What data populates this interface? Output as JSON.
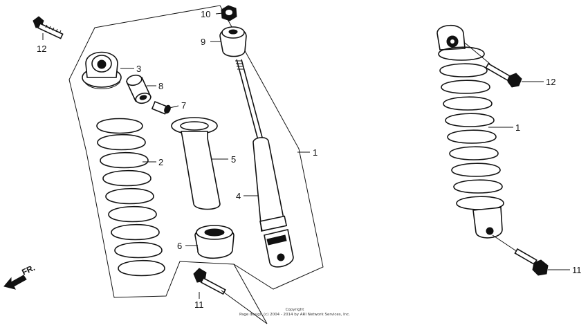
{
  "callouts": {
    "c10": "10",
    "c9": "9",
    "c12a": "12",
    "c3": "3",
    "c8": "8",
    "c7": "7",
    "c1a": "1",
    "c2": "2",
    "c5": "5",
    "c4": "4",
    "c6": "6",
    "c11a": "11",
    "c12b": "12",
    "c1b": "1",
    "c11b": "11"
  },
  "direction_label": "FR.",
  "copyright": {
    "line1": "Copyright",
    "line2": "Page design (c) 2004 - 2014 by ARI Network Services, Inc."
  },
  "colors": {
    "ink": "#111111",
    "background": "#ffffff"
  }
}
